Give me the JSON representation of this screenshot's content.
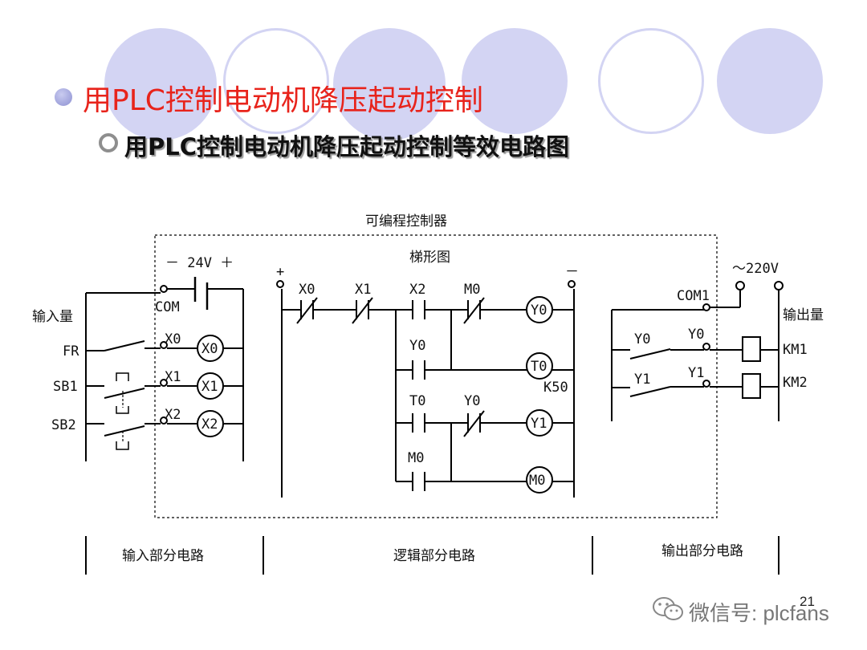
{
  "colors": {
    "title": "#e8231b",
    "decor": "#cfd0f2",
    "line": "#000000"
  },
  "titles": {
    "main": "用PLC控制电动机降压起动控制",
    "sub": "用PLC控制电动机降压起动控制等效电路图"
  },
  "diagram": {
    "plc_label": "可编程控制器",
    "ladder_label": "梯形图",
    "power_dc": "－ 24V ＋",
    "power_ac": "～220V",
    "com": "COM",
    "com1": "COM1",
    "input_quantity": "输入量",
    "output_quantity": "输出量",
    "inputs": [
      {
        "device": "FR",
        "terminal": "X0",
        "coil": "X0"
      },
      {
        "device": "SB1",
        "terminal": "X1",
        "coil": "X1"
      },
      {
        "device": "SB2",
        "terminal": "X2",
        "coil": "X2"
      }
    ],
    "ladder": {
      "plus": "+",
      "minus": "－",
      "row1": [
        "X0",
        "X1",
        "X2",
        "M0"
      ],
      "row1_coil": "Y0",
      "y0_contact": "Y0",
      "t0_coil": "T0",
      "timer_const": "K50",
      "t0_contact": "T0",
      "y0_contact2": "Y0",
      "y1_coil": "Y1",
      "m0_contact": "M0",
      "m0_coil": "M0"
    },
    "outputs": [
      {
        "contact": "Y0",
        "terminal": "Y0",
        "load": "KM1"
      },
      {
        "contact": "Y1",
        "terminal": "Y1",
        "load": "KM2"
      }
    ],
    "sections": {
      "input": "输入部分电路",
      "logic": "逻辑部分电路",
      "output": "输出部分电路"
    }
  },
  "footer": {
    "page": "21",
    "watermark": "微信号: plcfans",
    "wechat_icon": "wechat-icon"
  }
}
